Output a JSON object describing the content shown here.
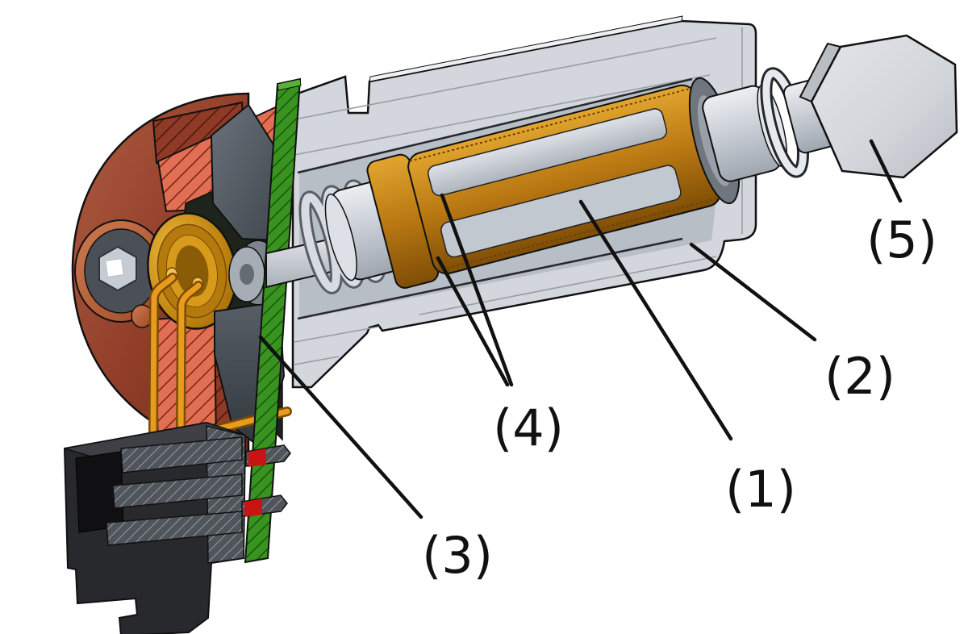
{
  "diagram": {
    "type": "cad-cutaway-annotation",
    "labels": [
      {
        "id": "1",
        "text": "(1)"
      },
      {
        "id": "2",
        "text": "(2)"
      },
      {
        "id": "3",
        "text": "(3)"
      },
      {
        "id": "4",
        "text": "(4)"
      },
      {
        "id": "5",
        "text": "(5)"
      }
    ],
    "colors": {
      "background": "#ffffff",
      "housing": "#d3d6dc",
      "bore": "#b8bec6",
      "copper_sleeve": "#b97812",
      "copper_light": "#e2a52e",
      "coil_gold": "#d79a1a",
      "motor_cap": "#9a4530",
      "stator_salmon": "#e06f54",
      "pcb_green": "#389320",
      "wire_orange": "#e89b1d",
      "fan_gray": "#4d545c",
      "connector_black": "#28292c",
      "pin_band_red": "#c81414",
      "steel_light": "#d7dade",
      "outline": "#111111"
    }
  }
}
